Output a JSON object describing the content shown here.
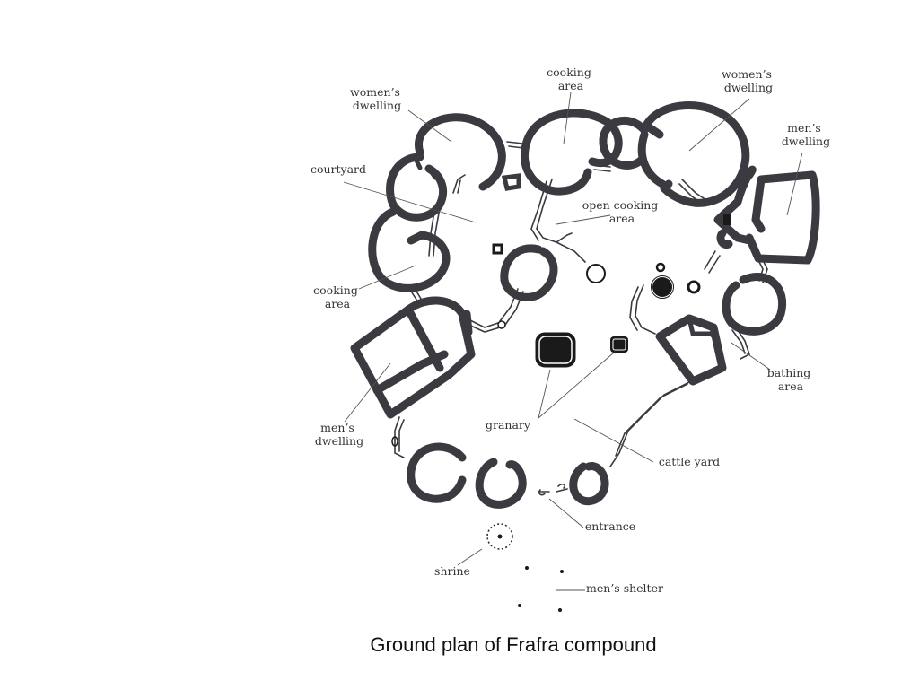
{
  "caption": "Ground plan of Frafra compound",
  "labels": {
    "womens_dwelling_left": [
      "women’s",
      "dwelling"
    ],
    "cooking_area_top": [
      "cooking",
      "area"
    ],
    "womens_dwelling_right": [
      "women’s",
      "dwelling"
    ],
    "mens_dwelling_right": [
      "men’s",
      "dwelling"
    ],
    "courtyard": [
      "courtyard"
    ],
    "open_cooking_area": [
      "open cooking",
      "area"
    ],
    "cooking_area_left": [
      "cooking",
      "area"
    ],
    "bathing_area": [
      "bathing",
      "area"
    ],
    "mens_dwelling_left": [
      "men’s",
      "dwelling"
    ],
    "granary": [
      "granary"
    ],
    "cattle_yard": [
      "cattle yard"
    ],
    "entrance": [
      "entrance"
    ],
    "shrine": [
      "shrine"
    ],
    "mens_shelter": [
      "men’s shelter"
    ]
  }
}
